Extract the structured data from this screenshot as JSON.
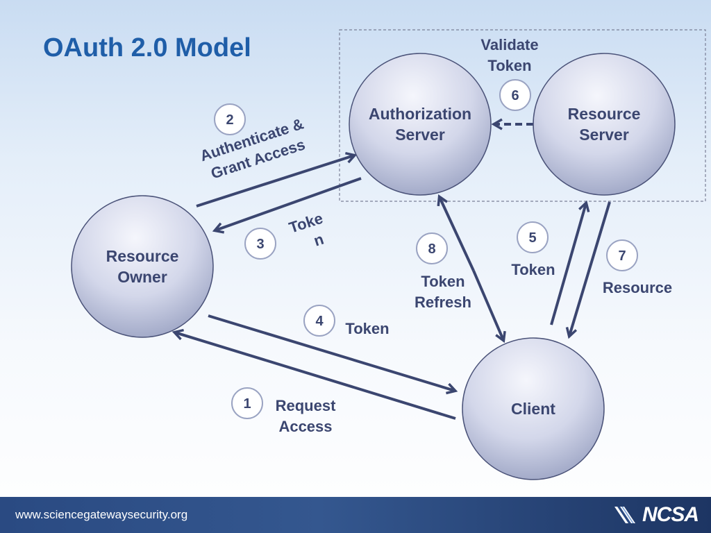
{
  "title": "OAuth 2.0 Model",
  "footer": {
    "url": "www.sciencegatewaysecurity.org",
    "logo": "NCSA"
  },
  "colors": {
    "title": "#1f5ea8",
    "node_fill_top": "#f3f4fb",
    "node_fill_bottom": "#9aa3c2",
    "arrow": "#3b4670",
    "footer": "#2a4a82"
  },
  "nodes": {
    "auth_server": {
      "line1": "Authorization",
      "line2": "Server"
    },
    "resource_server": {
      "line1": "Resource",
      "line2": "Server"
    },
    "resource_owner": {
      "line1": "Resource",
      "line2": "Owner"
    },
    "client": {
      "line1": "Client"
    }
  },
  "steps": {
    "s1": {
      "num": "1",
      "line1": "Request",
      "line2": "Access"
    },
    "s2": {
      "num": "2",
      "line1": "Authenticate &",
      "line2": "Grant Access"
    },
    "s3": {
      "num": "3",
      "line1": "Toke",
      "line2": "n"
    },
    "s4": {
      "num": "4",
      "line1": "Token"
    },
    "s5": {
      "num": "5",
      "line1": "Token"
    },
    "s6": {
      "num": "6",
      "line1": "Validate",
      "line2": "Token"
    },
    "s7": {
      "num": "7",
      "line1": "Resource"
    },
    "s8": {
      "num": "8",
      "line1": "Token",
      "line2": "Refresh"
    }
  }
}
